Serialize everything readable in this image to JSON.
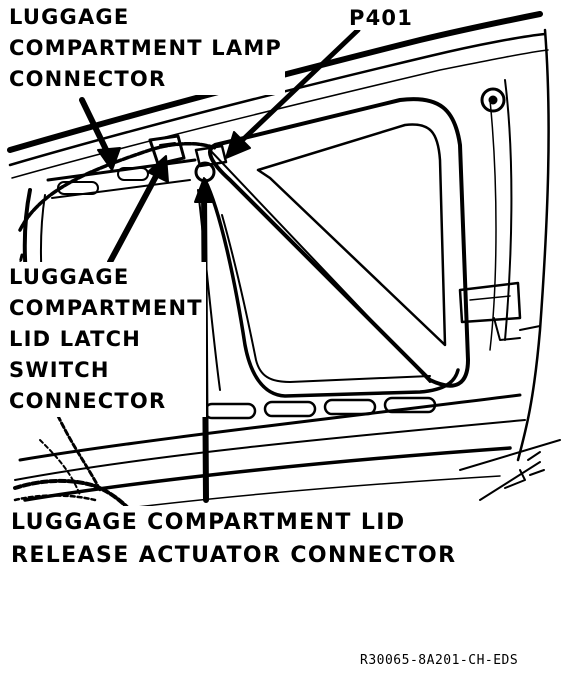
{
  "callouts": {
    "lamp_connector": [
      "LUGGAGE",
      "COMPARTMENT LAMP",
      "CONNECTOR"
    ],
    "p401": "P401",
    "lid_latch_switch": [
      "LUGGAGE",
      "COMPARTMENT",
      "LID LATCH",
      "SWITCH",
      "CONNECTOR"
    ],
    "release_actuator": [
      "LUGGAGE COMPARTMENT LID",
      "RELEASE ACTUATOR CONNECTOR"
    ]
  },
  "figure_id": "R30065-8A201-CH-EDS",
  "colors": {
    "ink": "#000000",
    "paper": "#ffffff"
  }
}
